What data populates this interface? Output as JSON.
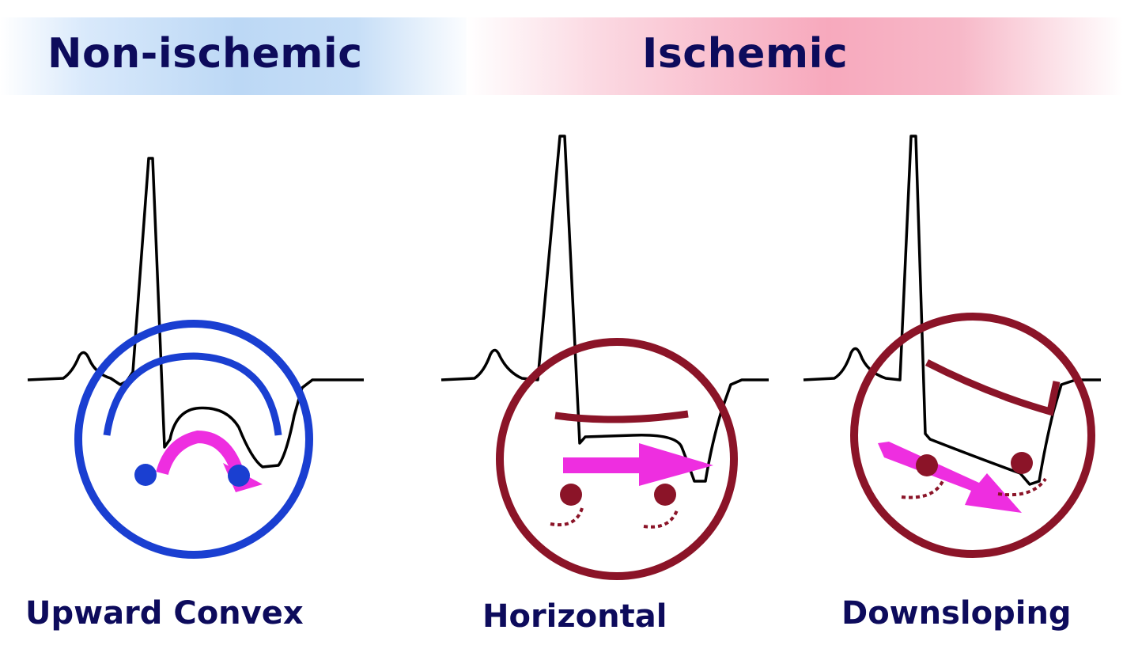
{
  "header": {
    "left": "Non-ischemic",
    "right": "Ischemic"
  },
  "panels": [
    {
      "label": "Upward Convex",
      "color": "#1a3fd1"
    },
    {
      "label": "Horizontal",
      "color": "#8b1428"
    },
    {
      "label": "Downsloping",
      "color": "#8b1428"
    }
  ],
  "colors": {
    "trace": "#000000",
    "arrow": "#ee2ee0",
    "dot_blue": "#1a3fd1",
    "dot_red": "#8b1428"
  }
}
